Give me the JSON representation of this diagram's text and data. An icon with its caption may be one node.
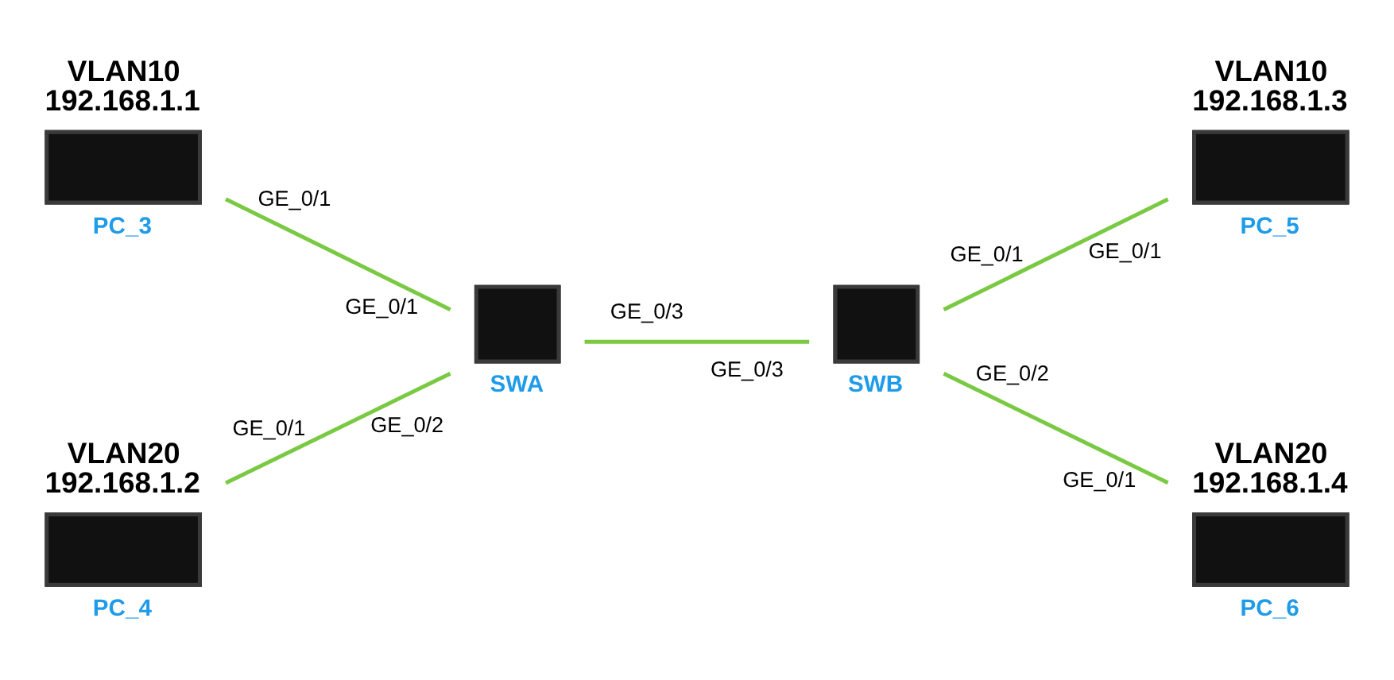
{
  "diagram": {
    "nodes": [
      {
        "text": [
          "VLAN10 192.168.1.1",
          "PC_3"
        ]
      },
      {
        "text": [
          "VLAN20 192.168.1.2",
          "PC_4"
        ]
      },
      {
        "text": [
          "SWA"
        ]
      },
      {
        "text": [
          "SWB"
        ]
      },
      {
        "text": [
          "VLAN10 192.168.1.3",
          "PC_5"
        ]
      },
      {
        "text": [
          "VLAN20 192.168.1.4",
          "PC_6"
        ]
      }
    ],
    "edges": [
      {
        "from": 0,
        "to": 2,
        "arrow": "none"
      },
      {
        "from": 1,
        "to": 2,
        "arrow": "none"
      },
      {
        "from": 2,
        "to": 3,
        "arrow": "none"
      },
      {
        "from": 3,
        "to": 4,
        "arrow": "none"
      },
      {
        "from": 3,
        "to": 5,
        "arrow": "none"
      }
    ],
    "labels": [
      "GE_0/1",
      "GE_0/1",
      "GE_0/1",
      "GE_0/1",
      "GE_0/3",
      "GE_0/3",
      "GE_0/2",
      "GE_0/2",
      "GE_0/1",
      "GE_0/1"
    ]
  }
}
